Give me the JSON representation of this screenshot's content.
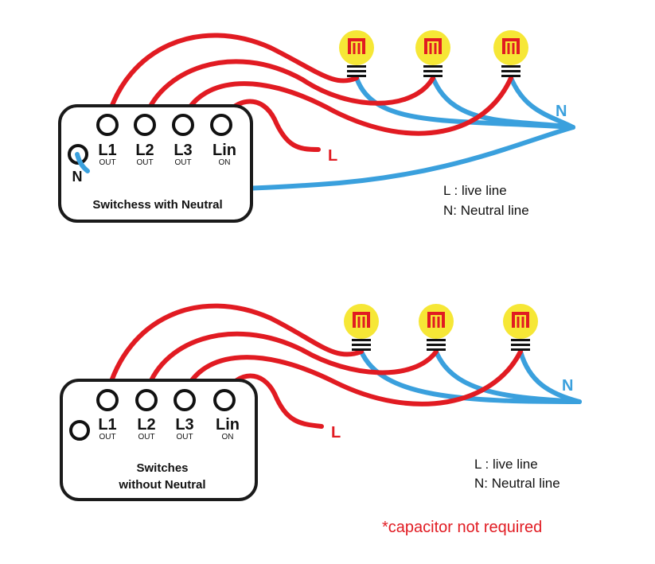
{
  "colors": {
    "live": "#e11b22",
    "neutral": "#3aa0dd",
    "bulb": "#f6e736",
    "box_stroke": "#1a1a1a"
  },
  "top": {
    "box_title": "Switchess with Neutral",
    "terminals": [
      {
        "label": "L1",
        "sub": "OUT"
      },
      {
        "label": "L2",
        "sub": "OUT"
      },
      {
        "label": "L3",
        "sub": "OUT"
      },
      {
        "label": "Lin",
        "sub": "ON"
      }
    ],
    "n_terminal_label": "N",
    "live_label": "L",
    "neutral_label": "N",
    "legend": [
      "L : live  line",
      "N: Neutral line"
    ]
  },
  "bottom": {
    "box_title_line1": "Switches",
    "box_title_line2": "without Neutral",
    "terminals": [
      {
        "label": "L1",
        "sub": "OUT"
      },
      {
        "label": "L2",
        "sub": "OUT"
      },
      {
        "label": "L3",
        "sub": "OUT"
      },
      {
        "label": "Lin",
        "sub": "ON"
      }
    ],
    "live_label": "L",
    "neutral_label": "N",
    "legend": [
      "L : live  line",
      "N: Neutral line"
    ],
    "note": "*capacitor not required"
  }
}
